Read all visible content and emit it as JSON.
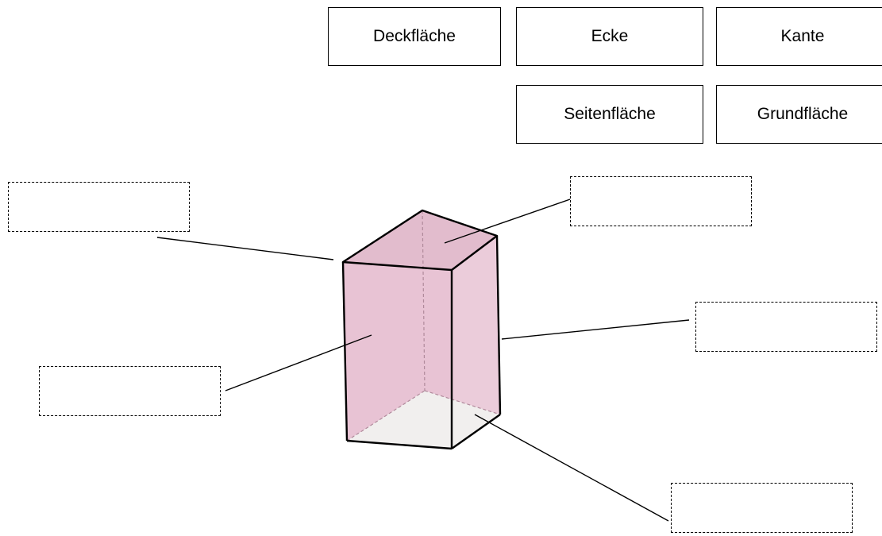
{
  "word_bank": {
    "items": [
      "Deckfläche",
      "Ecke",
      "Kante",
      "Seitenfläche",
      "Grundfläche"
    ]
  },
  "drop_zones": [
    {
      "id": "top-left",
      "value": ""
    },
    {
      "id": "top-right",
      "value": ""
    },
    {
      "id": "middle-right",
      "value": ""
    },
    {
      "id": "middle-left",
      "value": ""
    },
    {
      "id": "bottom-right",
      "value": ""
    }
  ],
  "colors": {
    "face_fill": "#e8c3d4",
    "top_fill": "#e2bccd",
    "base_fill": "#f1efee",
    "outline": "#000000"
  }
}
